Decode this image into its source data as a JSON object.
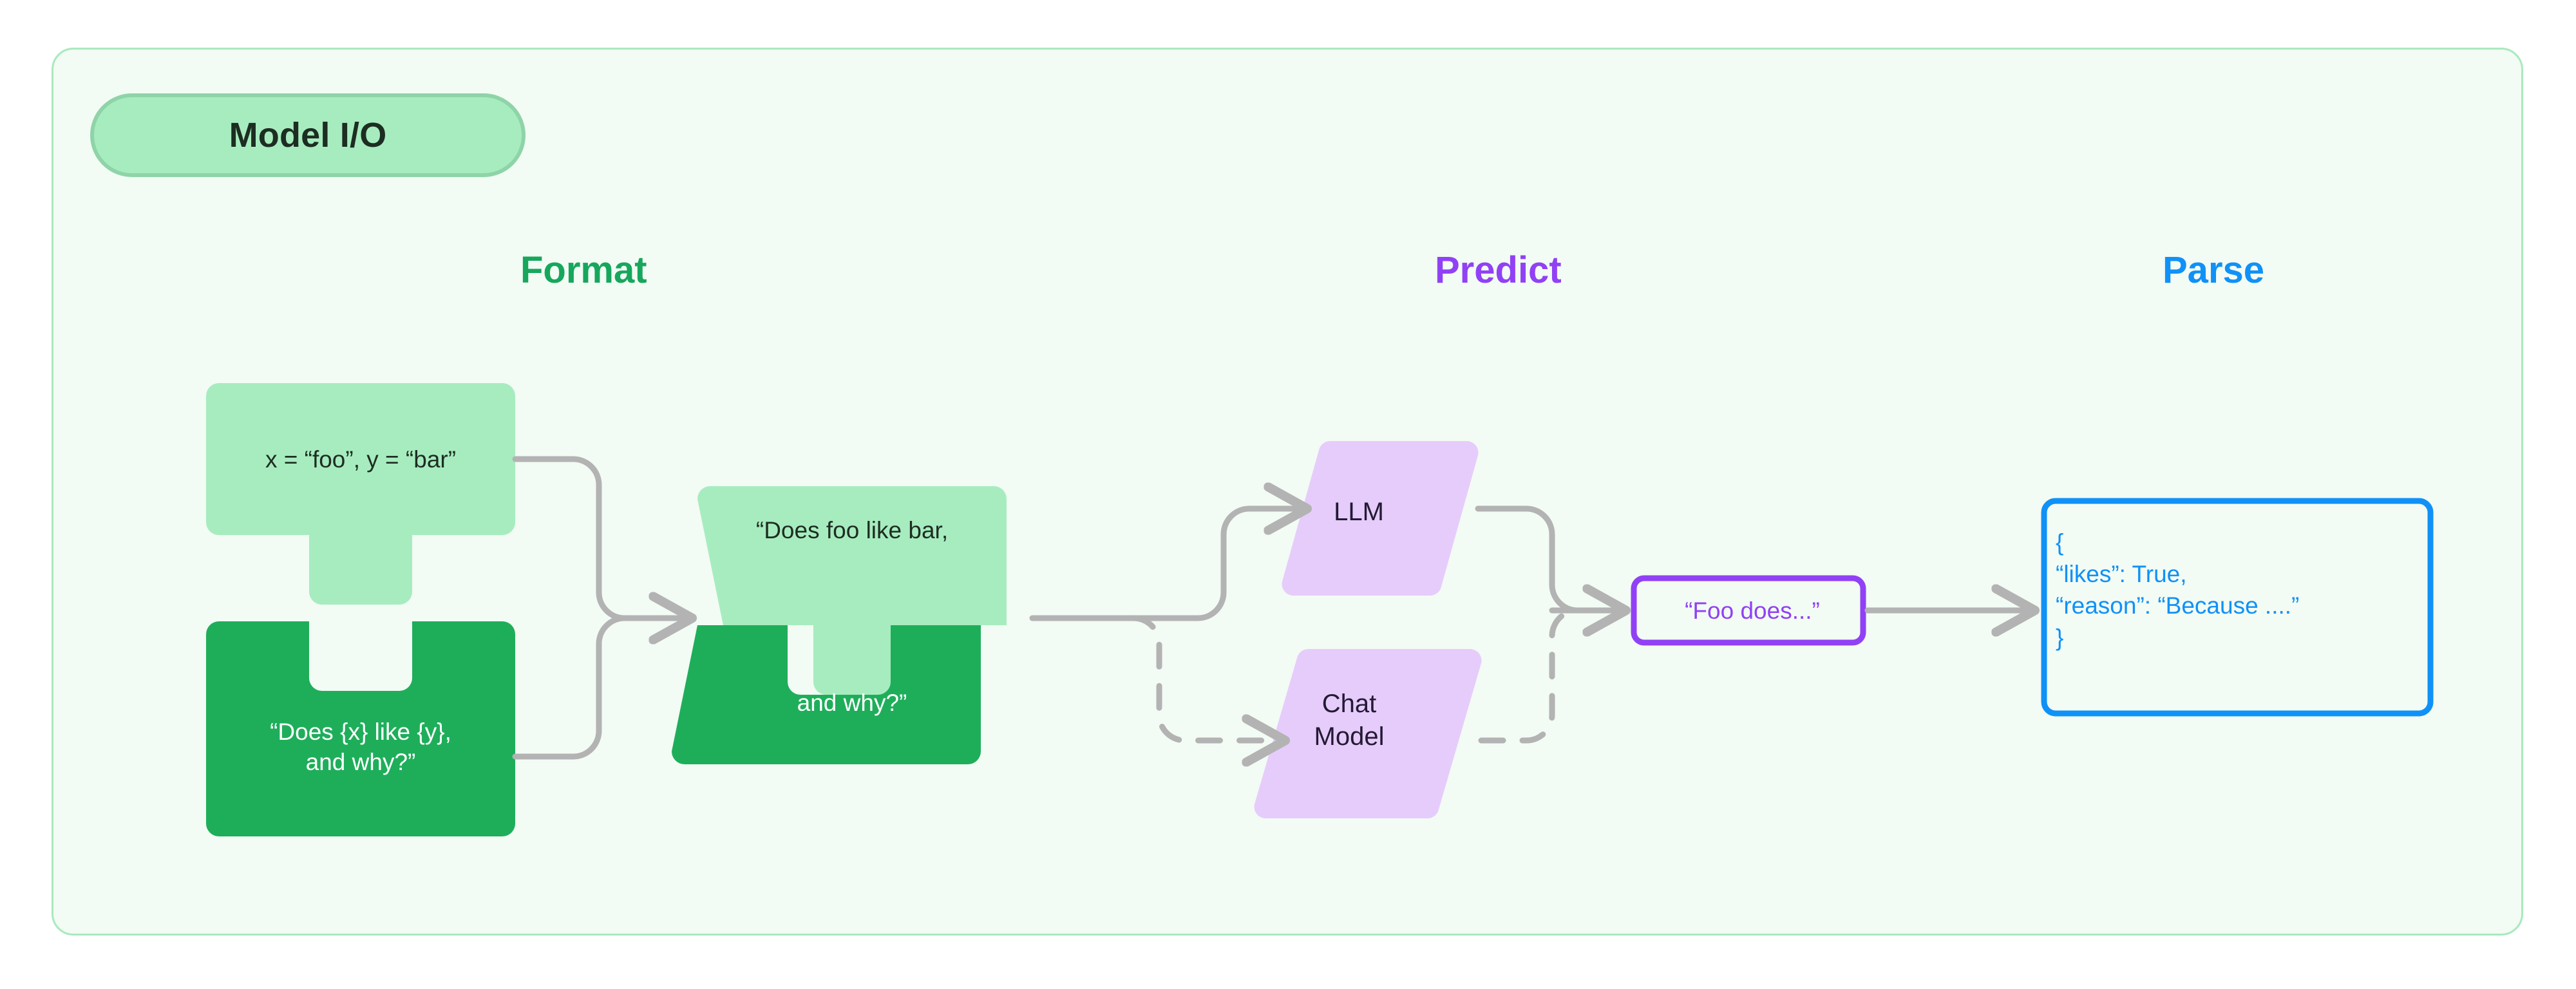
{
  "card": {
    "title_badge": "Model I/O",
    "border_color": "#a9e9bf",
    "background_color": "#f2fbf4"
  },
  "columns": [
    {
      "id": "format",
      "label": "Format",
      "color": "#16a75c"
    },
    {
      "id": "predict",
      "label": "Predict",
      "color": "#9141f5"
    },
    {
      "id": "parse",
      "label": "Parse",
      "color": "#1091f7"
    }
  ],
  "format": {
    "variables_piece": {
      "text": "x = “foo”, y = “bar”",
      "fill": "#a7ecbf",
      "text_color": "#1d2d22",
      "shape": "puzzle-tab-bottom"
    },
    "template_piece": {
      "text": "“Does {x} like {y},\nand why?”",
      "fill": "#1eae5a",
      "text_color": "#ffffff",
      "shape": "puzzle-notch-top"
    },
    "filled_piece": {
      "top_text": "“Does foo like bar,",
      "bottom_text": "and why?”",
      "top_fill": "#a7ecbf",
      "bottom_fill": "#1eae5a",
      "top_text_color": "#1d2d22",
      "bottom_text_color": "#ffffff",
      "shape": "puzzle-joined"
    }
  },
  "predict": {
    "llm": {
      "label": "LLM",
      "fill": "#e6ccfb",
      "text_color": "#231a33",
      "shape": "parallelogram",
      "line_style": "solid"
    },
    "chat_model": {
      "label": "Chat\nModel",
      "fill": "#e6ccfb",
      "text_color": "#231a33",
      "shape": "parallelogram",
      "line_style": "dashed"
    },
    "output": {
      "text": "“Foo does...”",
      "border_color": "#9141f5",
      "text_color": "#9141f5"
    }
  },
  "parse": {
    "json_box": {
      "lines": [
        "{",
        "   “likes”: True,",
        "   “reason”: “Because ....”",
        "}"
      ],
      "border_color": "#1091f7",
      "text_color": "#1091f7"
    }
  },
  "connectors": {
    "line_color": "#b3b3b3",
    "edges": [
      {
        "from": "variables_piece",
        "to": "filled_piece",
        "style": "solid"
      },
      {
        "from": "template_piece",
        "to": "filled_piece",
        "style": "solid"
      },
      {
        "from": "filled_piece",
        "to": "llm",
        "style": "solid"
      },
      {
        "from": "filled_piece",
        "to": "chat_model",
        "style": "dashed"
      },
      {
        "from": "llm",
        "to": "output",
        "style": "solid"
      },
      {
        "from": "chat_model",
        "to": "output",
        "style": "dashed"
      },
      {
        "from": "output",
        "to": "json_box",
        "style": "solid"
      }
    ]
  }
}
